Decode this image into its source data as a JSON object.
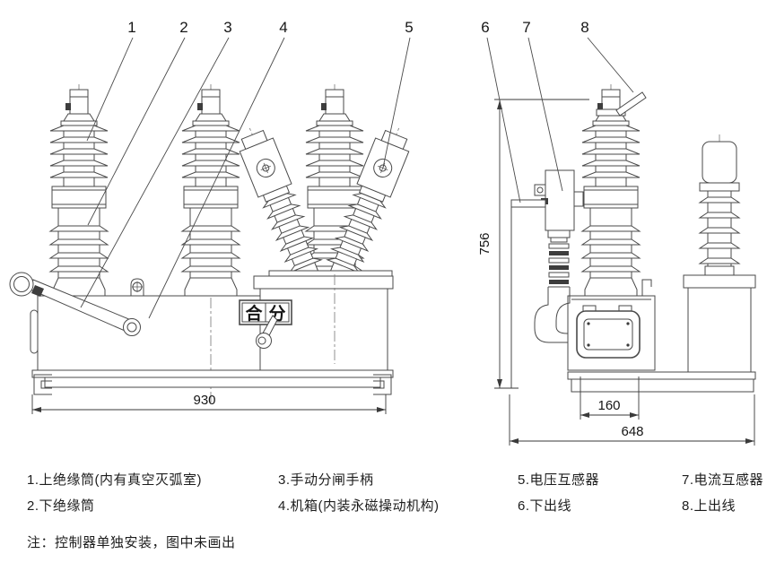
{
  "drawing": {
    "callouts": [
      "1",
      "2",
      "3",
      "4",
      "5",
      "6",
      "7",
      "8"
    ],
    "dimensions": {
      "front_width": "930",
      "total_height": "756",
      "mech_width": "160",
      "side_width": "648"
    },
    "indicator": {
      "close_label": "合",
      "open_label": "分"
    }
  },
  "parts_list": {
    "items": [
      {
        "label": "1.上绝缘筒(内有真空灭弧室)"
      },
      {
        "label": "2.下绝缘筒"
      },
      {
        "label": "3.手动分闸手柄"
      },
      {
        "label": "4.机箱(内装永磁操动机构)"
      },
      {
        "label": "5.电压互感器"
      },
      {
        "label": "6.下出线"
      },
      {
        "label": "7.电流互感器"
      },
      {
        "label": "8.上出线"
      }
    ],
    "note": "注：控制器单独安装，图中未画出"
  }
}
